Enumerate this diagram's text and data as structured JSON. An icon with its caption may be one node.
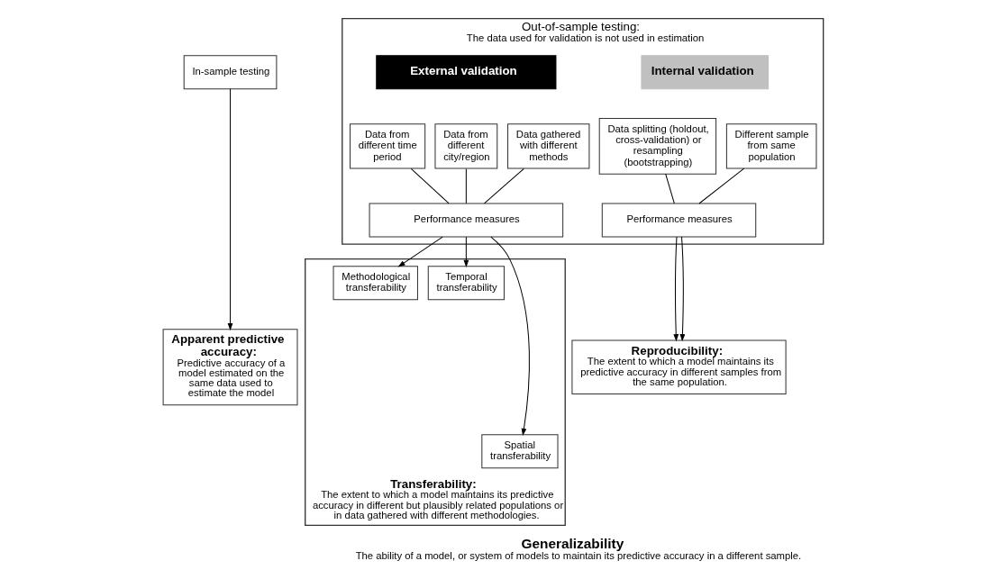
{
  "diagram": {
    "nodes": [
      {
        "text": [
          "In-sample testing"
        ]
      },
      {
        "text": [
          "Out-of-sample testing:",
          "The data used for validation is not used in estimation"
        ]
      },
      {
        "text": [
          "Internal validation"
        ],
        "in": 1
      },
      {
        "text": [
          "External validation"
        ],
        "in": 1
      },
      {
        "text": [
          "Data splitting (holdout, cross-validation) or resampling (bootstrapping)"
        ],
        "in": 1
      },
      {
        "text": [
          "Different sample from same population"
        ],
        "in": 1
      },
      {
        "text": [
          "Data from different time period"
        ],
        "in": 1
      },
      {
        "text": [
          "Data from different city/region"
        ],
        "in": 1
      },
      {
        "text": [
          "Data gathered with different methods"
        ],
        "in": 1
      },
      {
        "text": [
          "Performance measures"
        ],
        "in": 1
      },
      {
        "text": [
          "Performance measures"
        ],
        "in": 1
      },
      {
        "text": [
          "Apparent predictive accuracy:",
          "Predictive accuracy of a model estimated on the same data used to estimate the model"
        ]
      },
      {
        "text": [
          "Reproducibility:",
          "The extent to which a model maintains its predictive accuracy in different samples from the same population."
        ]
      },
      {
        "text": [
          "Transferability:",
          "The extent to which a model maintains its predictive accuracy in different but plausibly related populations or in data gathered with different methodologies."
        ]
      },
      {
        "text": [
          "Temporal transferability"
        ],
        "in": 13
      },
      {
        "text": [
          "Spatial transferability"
        ],
        "in": 13
      },
      {
        "text": [
          "Methodological transferability"
        ],
        "in": 13
      }
    ],
    "edges": [
      {
        "from": 0,
        "to": 11,
        "arrow": "to"
      },
      {
        "from": 4,
        "to": 9,
        "arrow": "none"
      },
      {
        "from": 5,
        "to": 9,
        "arrow": "none"
      },
      {
        "from": 6,
        "to": 10,
        "arrow": "none"
      },
      {
        "from": 7,
        "to": 10,
        "arrow": "none"
      },
      {
        "from": 8,
        "to": 10,
        "arrow": "none"
      },
      {
        "from": 9,
        "to": 12,
        "arrow": "to"
      },
      {
        "from": 9,
        "to": 12,
        "arrow": "to"
      },
      {
        "from": 10,
        "to": 14,
        "arrow": "to"
      },
      {
        "from": 10,
        "to": 15,
        "arrow": "to"
      },
      {
        "from": 10,
        "to": 16,
        "arrow": "to"
      }
    ],
    "labels": [
      "Generalizability",
      "The ability of a model, or system of models to maintain its predictive accuracy in a different sample."
    ]
  }
}
